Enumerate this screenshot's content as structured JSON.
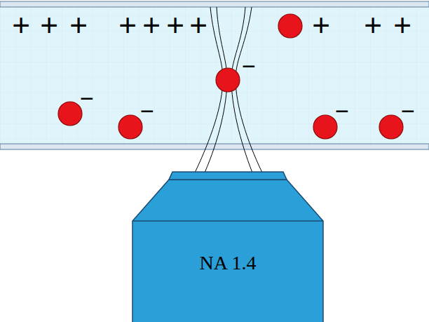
{
  "diagram": {
    "nodes": [
      {
        "text": [
          "NA 1.4"
        ]
      }
    ],
    "labels": [
      "+",
      "+",
      "+",
      "+",
      "+",
      "+",
      "+",
      "+",
      "+",
      "+",
      "−",
      "−",
      "−",
      "−",
      "−"
    ]
  }
}
